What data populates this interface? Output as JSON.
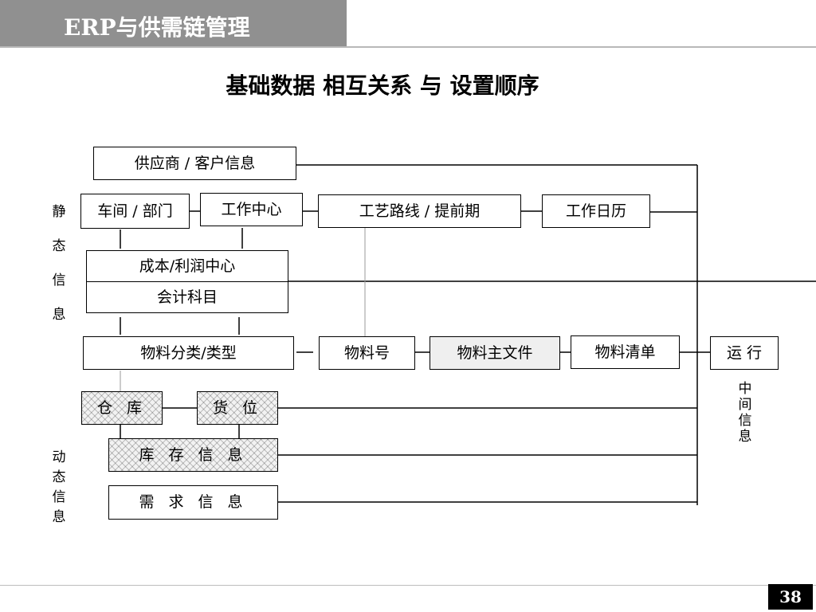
{
  "header": {
    "title": "ERP与供需链管理"
  },
  "slide_title": "基础数据 相互关系 与 设置顺序",
  "diagram": {
    "boxes": {
      "supplier_customer": "供应商 / 客户信息",
      "workshop_dept": "车间 / 部门",
      "work_center": "工作中心",
      "routing_leadtime": "工艺路线 / 提前期",
      "work_calendar": "工作日历",
      "cost_profit_center": "成本/利润中心",
      "accounting_subjects": "会计科目",
      "material_category": "物料分类/类型",
      "material_number": "物料号",
      "item_master": "物料主文件",
      "bom": "物料清单",
      "run": "运 行",
      "warehouse": "仓 库",
      "location": "货 位",
      "inventory_info": "库 存 信 息",
      "demand_info": "需 求 信 息"
    },
    "side_labels": {
      "static_info": [
        "静",
        "态",
        "信",
        "息"
      ],
      "dynamic_info": [
        "动",
        "态",
        "信",
        "息"
      ],
      "intermediate_info": [
        "中",
        "间",
        "信",
        "息"
      ]
    }
  },
  "footer": {
    "page_number": "38"
  }
}
